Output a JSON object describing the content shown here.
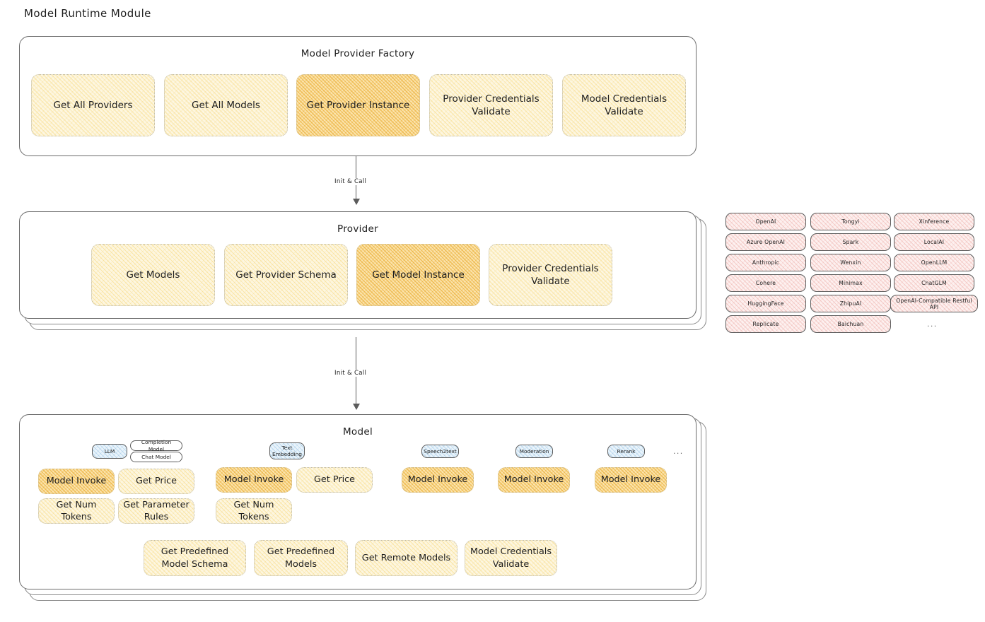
{
  "page": {
    "title": "Model Runtime Module"
  },
  "factory": {
    "title": "Model Provider Factory",
    "cards": [
      {
        "label": "Get All Providers",
        "highlight": false
      },
      {
        "label": "Get All Models",
        "highlight": false
      },
      {
        "label": "Get Provider Instance",
        "highlight": true
      },
      {
        "label": "Provider Credentials Validate",
        "highlight": false
      },
      {
        "label": "Model Credentials Validate",
        "highlight": false
      }
    ]
  },
  "arrows": [
    {
      "label": "Init & Call"
    },
    {
      "label": "Init & Call"
    }
  ],
  "provider": {
    "title": "Provider",
    "cards": [
      {
        "label": "Get Models",
        "highlight": false
      },
      {
        "label": "Get Provider Schema",
        "highlight": false
      },
      {
        "label": "Get Model Instance",
        "highlight": true
      },
      {
        "label": "Provider Credentials Validate",
        "highlight": false
      }
    ]
  },
  "provider_list": {
    "columns": [
      [
        "OpenAI",
        "Azure OpenAI",
        "Anthropic",
        "Cohere",
        "HuggingFace",
        "Replicate"
      ],
      [
        "Tongyi",
        "Spark",
        "Wenxin",
        "Minimax",
        "ZhipuAI",
        "Baichuan"
      ],
      [
        "Xinference",
        "LocalAI",
        "OpenLLM",
        "ChatGLM",
        "OpenAI-Compatible Restful API"
      ]
    ],
    "more": "..."
  },
  "model": {
    "title": "Model",
    "more": "...",
    "groups": [
      {
        "badges": [
          "LLM"
        ],
        "sub_badges": [
          "Completion Model",
          "Chat Model"
        ],
        "cards": [
          {
            "label": "Model Invoke",
            "highlight": true
          },
          {
            "label": "Get Price",
            "highlight": false
          },
          {
            "label": "Get Num Tokens",
            "highlight": false
          },
          {
            "label": "Get Parameter Rules",
            "highlight": false
          }
        ]
      },
      {
        "badges": [
          "Text Embedding"
        ],
        "sub_badges": [],
        "cards": [
          {
            "label": "Model Invoke",
            "highlight": true
          },
          {
            "label": "Get Price",
            "highlight": false
          },
          {
            "label": "Get Num Tokens",
            "highlight": false
          }
        ]
      },
      {
        "badges": [
          "Speech2text"
        ],
        "sub_badges": [],
        "cards": [
          {
            "label": "Model Invoke",
            "highlight": true
          }
        ]
      },
      {
        "badges": [
          "Moderation"
        ],
        "sub_badges": [],
        "cards": [
          {
            "label": "Model Invoke",
            "highlight": true
          }
        ]
      },
      {
        "badges": [
          "Rerank"
        ],
        "sub_badges": [],
        "cards": [
          {
            "label": "Model Invoke",
            "highlight": true
          }
        ]
      }
    ],
    "common_cards": [
      {
        "label": "Get Predefined Model Schema"
      },
      {
        "label": "Get Predefined Models"
      },
      {
        "label": "Get Remote Models"
      },
      {
        "label": "Model Credentials Validate"
      }
    ]
  },
  "colors": {
    "accent_yellow": "#fdf6e0",
    "accent_orange": "#fbe3ab",
    "accent_pink": "#fdf0ef",
    "accent_blue": "#eaf4fb",
    "stroke": "#5c5c5c",
    "text": "#1e1e1e"
  }
}
